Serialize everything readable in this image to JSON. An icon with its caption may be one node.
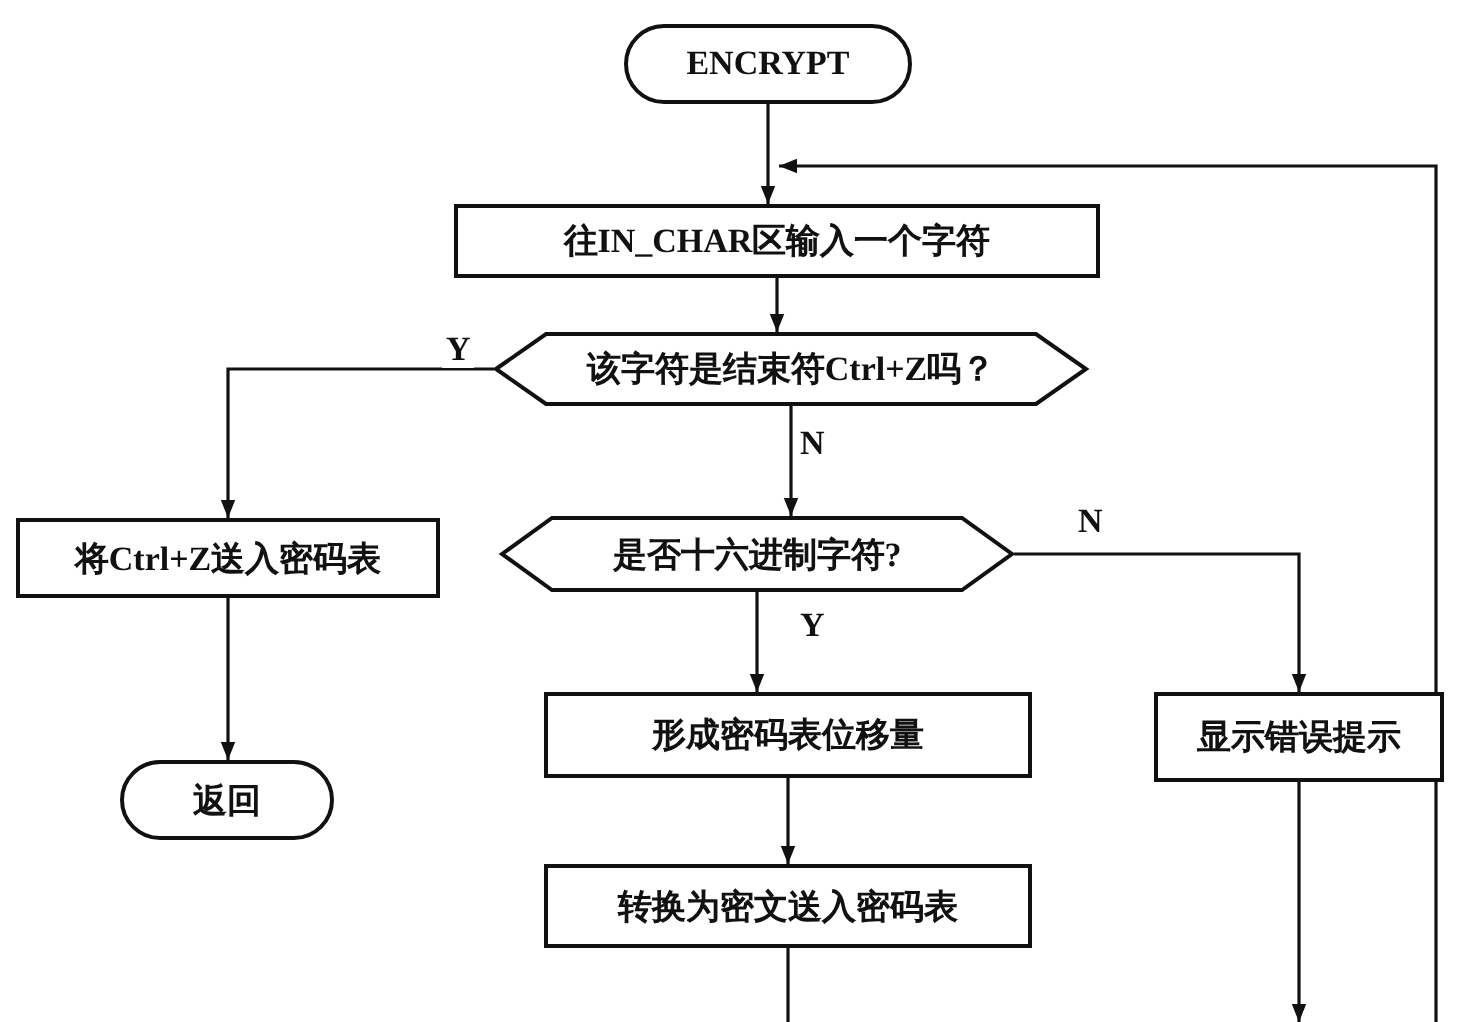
{
  "diagram": {
    "nodes": [
      {
        "text": [
          "ENCRYPT"
        ]
      },
      {
        "text": [
          "往IN_CHAR区输入一个字符"
        ]
      },
      {
        "text": [
          "该字符是结束符Ctrl+Z吗？"
        ]
      },
      {
        "text": [
          "将Ctrl+Z送入密码表"
        ]
      },
      {
        "text": [
          "返回"
        ]
      },
      {
        "text": [
          "是否十六进制字符?"
        ]
      },
      {
        "text": [
          "形成密码表位移量"
        ]
      },
      {
        "text": [
          "显示错误提示"
        ]
      },
      {
        "text": [
          "转换为密文送入密码表"
        ]
      }
    ],
    "edges": [
      {
        "from": 0,
        "to": 1,
        "arrow": "to"
      },
      {
        "from": null,
        "to": 1,
        "arrow": "to"
      },
      {
        "from": 1,
        "to": 2,
        "arrow": "to"
      },
      {
        "from": 2,
        "to": 3,
        "arrow": "to",
        "label": "Y"
      },
      {
        "from": 3,
        "to": 4,
        "arrow": "to"
      },
      {
        "from": 2,
        "to": 5,
        "arrow": "to",
        "label": "N"
      },
      {
        "from": 5,
        "to": 6,
        "arrow": "to",
        "label": "Y"
      },
      {
        "from": 5,
        "to": 7,
        "arrow": "to",
        "label": "N"
      },
      {
        "from": 6,
        "to": 8,
        "arrow": "to"
      },
      {
        "from": 8,
        "to": null,
        "arrow": "none"
      },
      {
        "from": 7,
        "to": null,
        "arrow": "to"
      }
    ]
  }
}
